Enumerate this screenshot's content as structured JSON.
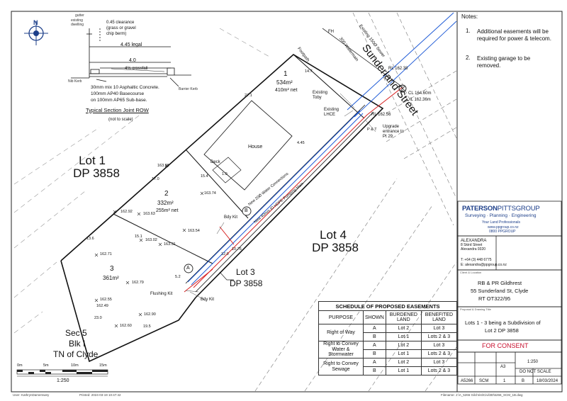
{
  "notes": {
    "title": "Notes:",
    "items": [
      {
        "num": "1.",
        "text": "Additional easements will be required for power & telecom."
      },
      {
        "num": "2.",
        "text": "Existing garage to be removed."
      }
    ]
  },
  "lots": [
    {
      "id": "lot1-dp",
      "line1": "Lot 1",
      "line2": "DP 3858"
    },
    {
      "id": "lot4-dp",
      "line1": "Lot 4",
      "line2": "DP 3858"
    },
    {
      "id": "lot3-dp",
      "line1": "Lot 3",
      "line2": "DP 3858"
    }
  ],
  "new_lots": [
    {
      "num": "1",
      "area": "534m²",
      "net": "410m² net"
    },
    {
      "num": "2",
      "area": "332m²",
      "net": "255m² net"
    },
    {
      "num": "3",
      "area": "361m²",
      "net": ""
    }
  ],
  "sec5": {
    "line1": "Sec 5",
    "line2": "Blk I",
    "line3": "TN of Clyde"
  },
  "street": "Sunderland Street",
  "labels": {
    "house": "House",
    "deck": "Deck",
    "footpath": "Footpath",
    "existing_150_sewer": "Existing 150Ø Sewer",
    "watermain": "300 Watermain",
    "existing_toby": "Existing Toby",
    "existing_lhce": "Existing LHCE",
    "upgrade_entrance": "Upgrade entrance to Pt 29",
    "new_water": "New 20Ø Water Connections",
    "new_pumping": "New 40mm ID HDPE Pumping Main",
    "bdy_kit1": "Bdy Kit",
    "bdy_kit2": "Bdy Kit",
    "flushing_kit": "Flushing Kit",
    "fh": "FH",
    "p_t": "P & T",
    "rl_16238": "RL 162.38",
    "rl_16256": "RL 162.56",
    "cl": "CL 164.60m",
    "il": "IL 162.36m",
    "easement_a": "A",
    "easement_b": "B"
  },
  "levels": [
    "163.81",
    "163.74",
    "162.92",
    "163.63",
    "163.54",
    "163.02",
    "163.31",
    "162.71",
    "162.79",
    "162.55",
    "162.49",
    "162.90",
    "162.60"
  ],
  "dims": [
    "27.1",
    "14.7",
    "17.0",
    "15.4",
    "1.0",
    "4.45",
    "13.6",
    "15.1",
    "23.0",
    "19.5",
    "10.76",
    "5.2",
    "12.0"
  ],
  "section": {
    "title": "Typical Section Joint ROW",
    "subtitle": "(not to scale)",
    "gutter": "gutter",
    "existing_dwelling": "existing dwelling",
    "clearance": "0.45 clearance",
    "clearance2": "(grass or gravel",
    "clearance3": "chip berm)",
    "legal": "4.45 legal",
    "width": "4.0",
    "crossfall": "4% crossfall",
    "nib_kerb": "Nib Kerb",
    "barrier_kerb": "Barrier Kerb",
    "spec1": "30mm mix 10 Asphaltic Concrete.",
    "spec2": "100mm AP40 Basecourse",
    "spec3": "on 100mm AP65 Sub-base."
  },
  "north": "N",
  "scalebar": {
    "ticks": [
      "0m",
      "5m",
      "10m",
      "15m"
    ],
    "ratio": "1:250"
  },
  "schedule": {
    "title": "SCHEDULE OF PROPOSED EASEMENTS",
    "headers": [
      "PURPOSE",
      "SHOWN",
      "BURDENED LAND",
      "BENEFITED LAND"
    ],
    "rows": [
      {
        "purpose": "Right of Way",
        "shown": "A",
        "burdened": "Lot 2",
        "benefited": "Lot 3"
      },
      {
        "purpose": "",
        "shown": "B",
        "burdened": "Lot 1",
        "benefited": "Lots 2 & 3"
      },
      {
        "purpose": "Right to Convey Water & Stormwater",
        "shown": "A",
        "burdened": "Lot 2",
        "benefited": "Lot 3"
      },
      {
        "purpose": "",
        "shown": "B",
        "burdened": "Lot 1",
        "benefited": "Lots 2 & 3"
      },
      {
        "purpose": "Right to Convey Sewage",
        "shown": "A",
        "burdened": "Lot 2",
        "benefited": "Lot 3"
      },
      {
        "purpose": "",
        "shown": "B",
        "burdened": "Lot 1",
        "benefited": "Lots 2 & 3"
      }
    ]
  },
  "titleblock": {
    "logo": "PATERSONPITTSGROUP",
    "logo_part1": "PATERSON",
    "logo_part2": "PITTS",
    "logo_part3": "GROUP",
    "services": "Surveying · Planning · Engineering",
    "tagline": "Your Land Professionals",
    "web": "www.ppgroup.co.nz",
    "phone": "0800 PPGROUP",
    "office": "ALEXANDRA",
    "addr1": "8 Skird Street",
    "addr2": "Alexandra 9320",
    "tel": "T: +64 (3) 448 6775",
    "email": "E: alexandra@ppgroup.co.nz",
    "client_label": "Client & Location",
    "client1": "RB & PR Gildhrest",
    "client2": "55 Sunderland St, Clyde",
    "client3": "RT OT322/95",
    "proposal_label": "Proposal & Drawing Title",
    "proposal1": "Lots 1 - 3 being a Subdivision of",
    "proposal2": "Lot 2 DP 3858",
    "status": "FOR CONSENT",
    "scale": "1:250",
    "size": "A3",
    "not_scale": "DO NOT SCALE",
    "job": "A5266",
    "drawing": "SCM",
    "sheet": "1",
    "rev": "B",
    "date": "18/03/2024"
  },
  "footer": {
    "user": "User: KathrynDamerswey",
    "printed": "Printed: 2024-03-19 10:47:42",
    "filename": "Filename: J:\\A_5266 Gilchrist\\Civil3D\\5266_SCM_1B.dwg"
  },
  "colors": {
    "pipe_blue": "#1f5bd6",
    "pipe_red": "#d81e1e",
    "consent_red": "#c8102e",
    "logo_blue": "#1d3f8a"
  }
}
